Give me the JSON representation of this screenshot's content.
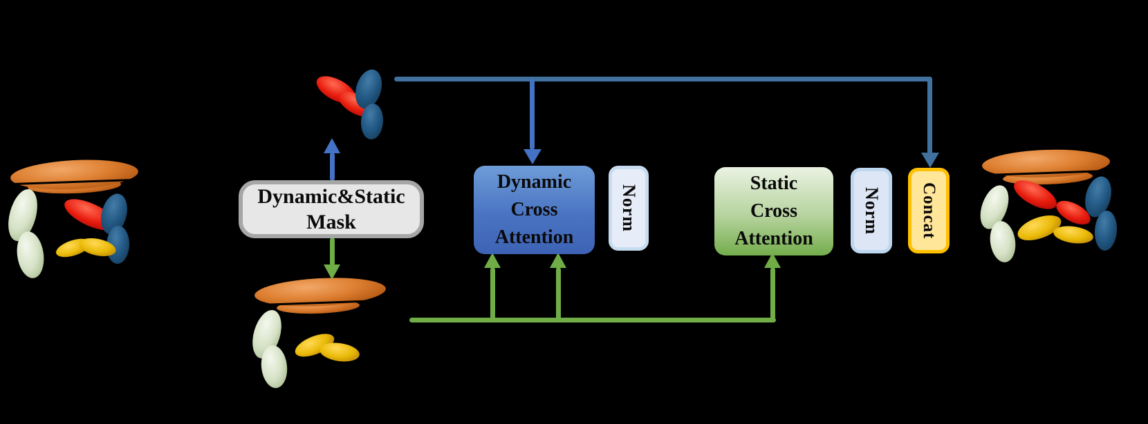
{
  "figure": {
    "background": "#000000",
    "mask": {
      "line1": "Dynamic&Static",
      "line2": "Mask",
      "fill": "#e8e7e7",
      "border": "#a6a6a6"
    },
    "dynamic_attention": {
      "line1": "Dynamic",
      "line2": "Cross",
      "line3": "Attention",
      "fill_top": "#6e9cd8",
      "fill_bottom": "#3d62b5"
    },
    "norm1": {
      "label": "Norm",
      "fill": "#e7edf8",
      "border": "#c8dcf0"
    },
    "static_attention": {
      "line1": "Static",
      "line2": "Cross",
      "line3": "Attention",
      "fill_top": "#eaf3e3",
      "fill_bottom": "#74ad4c"
    },
    "norm2": {
      "label": "Norm",
      "fill": "#dde6f5",
      "border": "#bdd7ee"
    },
    "concat": {
      "label": "Concat",
      "fill": "#ffe699",
      "border": "#ffc000"
    },
    "flows": {
      "dynamic_line_color": "#40719f",
      "dynamic_arrow_color": "#4472c4",
      "static_flow_color": "#70ad47",
      "connector_color": "#000000"
    },
    "scenes": {
      "left_full_scene": {
        "icon": "gaussian-splat-cluster",
        "colors": [
          "#dd7f31",
          "#d6e2c6",
          "#e81c0e",
          "#235a85",
          "#eaba07"
        ]
      },
      "top_dynamic_objects": {
        "icon": "gaussian-splat-cluster",
        "colors": [
          "#e81c0e",
          "#235a85"
        ]
      },
      "bottom_static_scene": {
        "icon": "gaussian-splat-cluster",
        "colors": [
          "#dd7f31",
          "#d6e2c6",
          "#eaba07"
        ]
      },
      "right_output_scene": {
        "icon": "gaussian-splat-cluster",
        "colors": [
          "#dd7f31",
          "#d6e2c6",
          "#e81c0e",
          "#235a85",
          "#eaba07"
        ]
      }
    }
  }
}
